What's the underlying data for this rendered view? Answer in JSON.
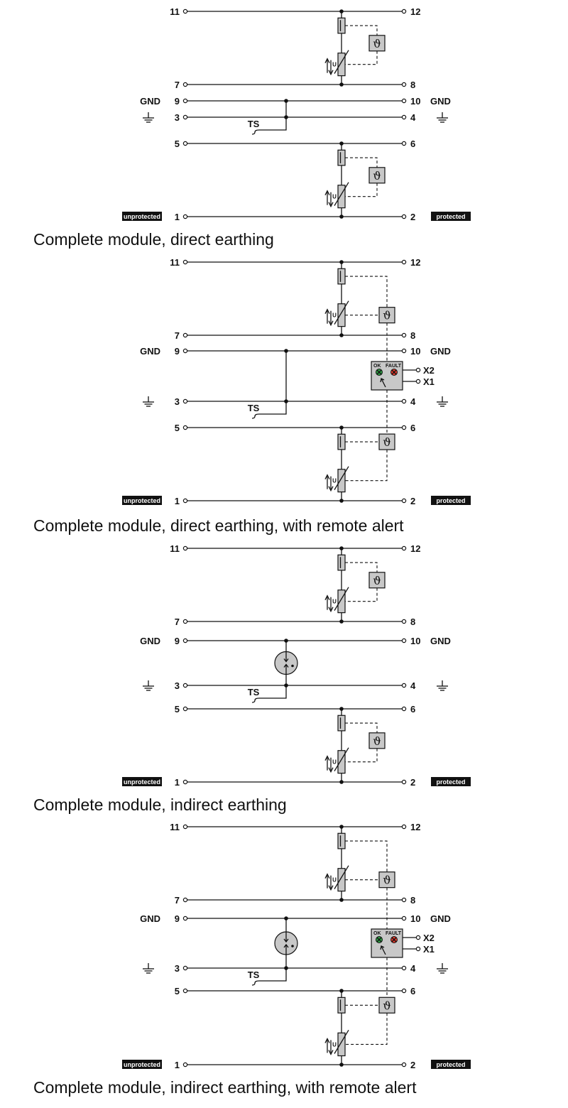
{
  "labels": {
    "gnd": "GND",
    "ts": "TS",
    "unprotected": "unprotected",
    "protected": "protected",
    "theta": "ϑ",
    "ok": "OK",
    "fault": "FAULT",
    "x1": "X1",
    "x2": "X2"
  },
  "diagrams": [
    {
      "caption": "Complete module, direct earthing",
      "terminals": {
        "t11": "11",
        "t12": "12",
        "t7": "7",
        "t8": "8",
        "t9": "9",
        "t10": "10",
        "t3": "3",
        "t4": "4",
        "t5": "5",
        "t6": "6",
        "t1": "1",
        "t2": "2"
      }
    },
    {
      "caption": "Complete module, direct earthing, with remote alert",
      "terminals": {
        "t11": "11",
        "t12": "12",
        "t7": "7",
        "t8": "8",
        "t9": "9",
        "t10": "10",
        "t3": "3",
        "t4": "4",
        "t5": "5",
        "t6": "6",
        "t1": "1",
        "t2": "2"
      }
    },
    {
      "caption": "Complete module, indirect earthing",
      "terminals": {
        "t11": "11",
        "t12": "12",
        "t7": "7",
        "t8": "8",
        "t9": "9",
        "t10": "10",
        "t3": "3",
        "t4": "4",
        "t5": "5",
        "t6": "6",
        "t1": "1",
        "t2": "2"
      }
    },
    {
      "caption": "Complete module, indirect earthing, with remote alert",
      "terminals": {
        "t11": "11",
        "t12": "12",
        "t7": "7",
        "t8": "8",
        "t9": "9",
        "t10": "10",
        "t3": "3",
        "t4": "4",
        "t5": "5",
        "t6": "6",
        "t1": "1",
        "t2": "2"
      }
    }
  ]
}
